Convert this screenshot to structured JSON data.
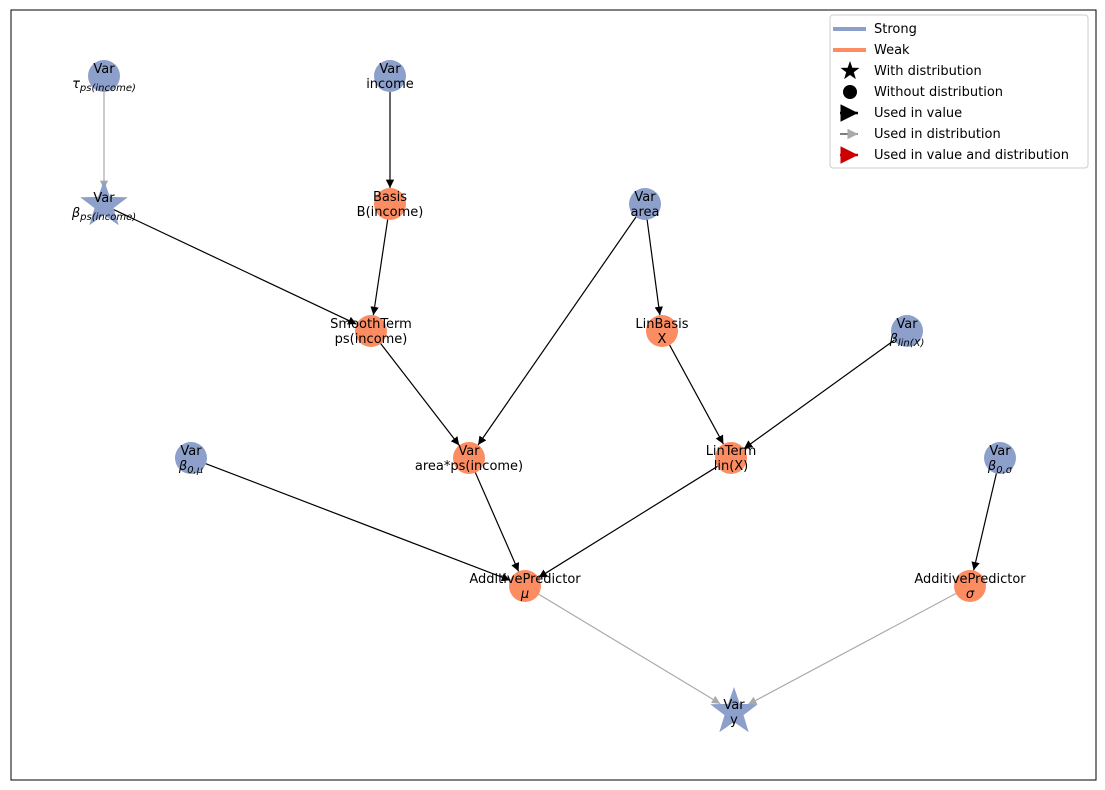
{
  "colors": {
    "strong": "#8da0cb",
    "weak": "#fc8d62",
    "edge_value": "#000000",
    "edge_distribution": "#aaaaaa",
    "edge_both": "#cc0000"
  },
  "legend": [
    {
      "key": "strong",
      "label": "Strong",
      "marker": "line-strong"
    },
    {
      "key": "weak",
      "label": "Weak",
      "marker": "line-weak"
    },
    {
      "key": "with_dist",
      "label": "With distribution",
      "marker": "star"
    },
    {
      "key": "without_dist",
      "label": "Without distribution",
      "marker": "circle"
    },
    {
      "key": "used_value",
      "label": "Used in value",
      "marker": "arrow-black"
    },
    {
      "key": "used_dist",
      "label": "Used in distribution",
      "marker": "arrow-gray"
    },
    {
      "key": "used_both",
      "label": "Used in value and distribution",
      "marker": "arrow-red"
    }
  ],
  "nodes": [
    {
      "id": "tau",
      "kind": "Var",
      "sub": "τ",
      "subscript": "ps(income)",
      "strength": "strong",
      "shape": "circle"
    },
    {
      "id": "income",
      "kind": "Var",
      "sub": "income",
      "subscript": "",
      "strength": "strong",
      "shape": "circle"
    },
    {
      "id": "beta_ps",
      "kind": "Var",
      "sub": "β",
      "subscript": "ps(income)",
      "strength": "strong",
      "shape": "star"
    },
    {
      "id": "basis",
      "kind": "Basis",
      "sub": "B(income)",
      "subscript": "",
      "strength": "weak",
      "shape": "circle"
    },
    {
      "id": "area",
      "kind": "Var",
      "sub": "area",
      "subscript": "",
      "strength": "strong",
      "shape": "circle"
    },
    {
      "id": "smooth",
      "kind": "SmoothTerm",
      "sub": "ps(income)",
      "subscript": "",
      "strength": "weak",
      "shape": "circle"
    },
    {
      "id": "linbasis",
      "kind": "LinBasis",
      "sub": "X",
      "subscript": "",
      "strength": "weak",
      "shape": "circle"
    },
    {
      "id": "beta_lin",
      "kind": "Var",
      "sub": "β",
      "subscript": "lin(X)",
      "strength": "strong",
      "shape": "circle"
    },
    {
      "id": "beta_0mu",
      "kind": "Var",
      "sub": "β",
      "subscript": "0,μ",
      "strength": "strong",
      "shape": "circle"
    },
    {
      "id": "area_ps",
      "kind": "Var",
      "sub": "area*ps(income)",
      "subscript": "",
      "strength": "weak",
      "shape": "circle"
    },
    {
      "id": "linterm",
      "kind": "LinTerm",
      "sub": "lin(X)",
      "subscript": "",
      "strength": "weak",
      "shape": "circle"
    },
    {
      "id": "beta_0sigma",
      "kind": "Var",
      "sub": "β",
      "subscript": "0,σ",
      "strength": "strong",
      "shape": "circle"
    },
    {
      "id": "ap_mu",
      "kind": "AdditivePredictor",
      "sub": "μ",
      "subscript": "",
      "strength": "weak",
      "shape": "circle"
    },
    {
      "id": "ap_sigma",
      "kind": "AdditivePredictor",
      "sub": "σ",
      "subscript": "",
      "strength": "weak",
      "shape": "circle"
    },
    {
      "id": "y",
      "kind": "Var",
      "sub": "y",
      "subscript": "",
      "strength": "strong",
      "shape": "star"
    }
  ],
  "edges": [
    {
      "from": "tau",
      "to": "beta_ps",
      "use": "distribution"
    },
    {
      "from": "income",
      "to": "basis",
      "use": "value"
    },
    {
      "from": "beta_ps",
      "to": "smooth",
      "use": "value"
    },
    {
      "from": "basis",
      "to": "smooth",
      "use": "value"
    },
    {
      "from": "area",
      "to": "linbasis",
      "use": "value"
    },
    {
      "from": "area",
      "to": "area_ps",
      "use": "value"
    },
    {
      "from": "smooth",
      "to": "area_ps",
      "use": "value"
    },
    {
      "from": "linbasis",
      "to": "linterm",
      "use": "value"
    },
    {
      "from": "beta_lin",
      "to": "linterm",
      "use": "value"
    },
    {
      "from": "beta_0mu",
      "to": "ap_mu",
      "use": "value"
    },
    {
      "from": "area_ps",
      "to": "ap_mu",
      "use": "value"
    },
    {
      "from": "linterm",
      "to": "ap_mu",
      "use": "value"
    },
    {
      "from": "beta_0sigma",
      "to": "ap_sigma",
      "use": "value"
    },
    {
      "from": "ap_mu",
      "to": "y",
      "use": "distribution"
    },
    {
      "from": "ap_sigma",
      "to": "y",
      "use": "distribution"
    }
  ]
}
